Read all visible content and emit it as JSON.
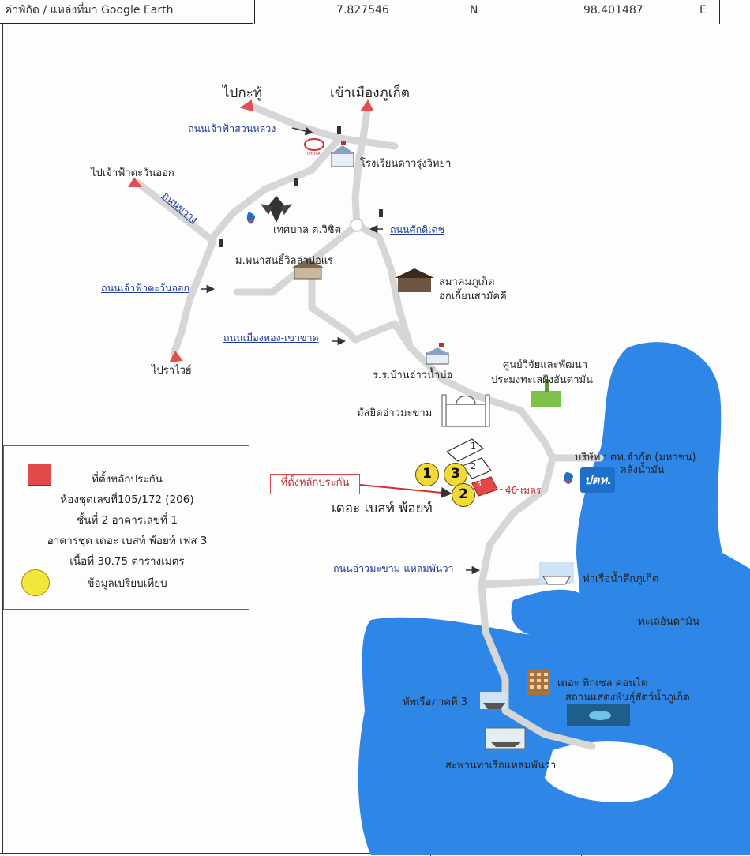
{
  "header": {
    "source_label": "ค่าพิกัด / แหล่งที่มา Google Earth",
    "latitude": "7.827546",
    "lat_dir": "N",
    "longitude": "98.401487",
    "lon_dir": "E"
  },
  "places": {
    "to_kathu": "ไปกะทู้",
    "to_phuket_town": "เข้าเมืองภูเก็ต",
    "to_east": "ไปเจ้าฟ้าตะวันออก",
    "to_rawai": "ไปราไวย์",
    "school_dao_rung": "โรงเรียนดาวรุ่งวิทยา",
    "municipality": "เทศบาล ต.วิชิต",
    "village": "ม.พนาสนธิ์วิลล่าบ่อแร",
    "association_1": "สมาคมภูเก็ต",
    "association_2": "ฮกเกี้ยนสามัคคี",
    "school_ao_nam_bo": "ร.ร.บ้านอ่าวน้ำบ่อ",
    "research_center_1": "ศูนย์วิจัยและพัฒนา",
    "research_center_2": "ประมงทะเลฝั่งอันดามัน",
    "mosque": "มัสยิดอ่าวมะขาม",
    "ptt_1": "บริษัท ปตท.จำกัด (มหาชน)",
    "ptt_2": "คลังน้ำมัน",
    "ptt_logo": "ปตท.",
    "project": "เดอะ เบสท์ พ้อยท์",
    "deep_sea_port": "ท่าเรือน้ำลึกภูเก็ต",
    "andaman_sea": "ทะเลอันดามัน",
    "pixel_1": "เดอะ พิกเซล คอนโด",
    "pixel_2": "สถานแสดงพันธุ์สัตว์น้ำภูเก็ต",
    "navy": "ทัพเรือภาคที่ 3",
    "pier": "สะพานท่าเรือแหลมพันวา",
    "toyota_logo": "TOYOTA"
  },
  "roads": {
    "chaofa_suan_luang": "ถนนเจ้าฟ้าสวนหลวง",
    "chaofa_ring": "ถนนขวาง",
    "sakdidet": "ถนนศักดิเดช",
    "chaofa_east": "ถนนเจ้าฟ้าตะวันออก",
    "mueang_thong": "ถนนเมืองทอง-เขาขาด",
    "ao_makham": "ถนนอ่าวมะขาม-แหลมพันวา"
  },
  "annotations": {
    "pin_label": "ที่ตั้งหลักประกัน",
    "distance": "40 เมตร",
    "building_1": "1",
    "building_2": "2",
    "building_3": "3",
    "compare_1": "1",
    "compare_2": "2",
    "compare_3": "3"
  },
  "legend": {
    "line1": "ที่ตั้งหลักประกัน",
    "line2": "ห้องชุดเลขที่105/172 (206)",
    "line3": "ชั้นที่ 2  อาคารเลขที่ 1",
    "line4": "อาคารชุด เดอะ เบสท์ พ้อยท์ เฟส 3",
    "line5": "เนื้อที่ 30.75 ตารางเมตร",
    "line6": "ข้อมูลเปรียบเทียบ"
  },
  "colors": {
    "sea": "#2e86e6",
    "road": "#d0d0d0",
    "arrow": "#e05050",
    "road_label": "#1f3b9a",
    "subject": "#e24a4a",
    "comparable": "#f2d93a"
  }
}
